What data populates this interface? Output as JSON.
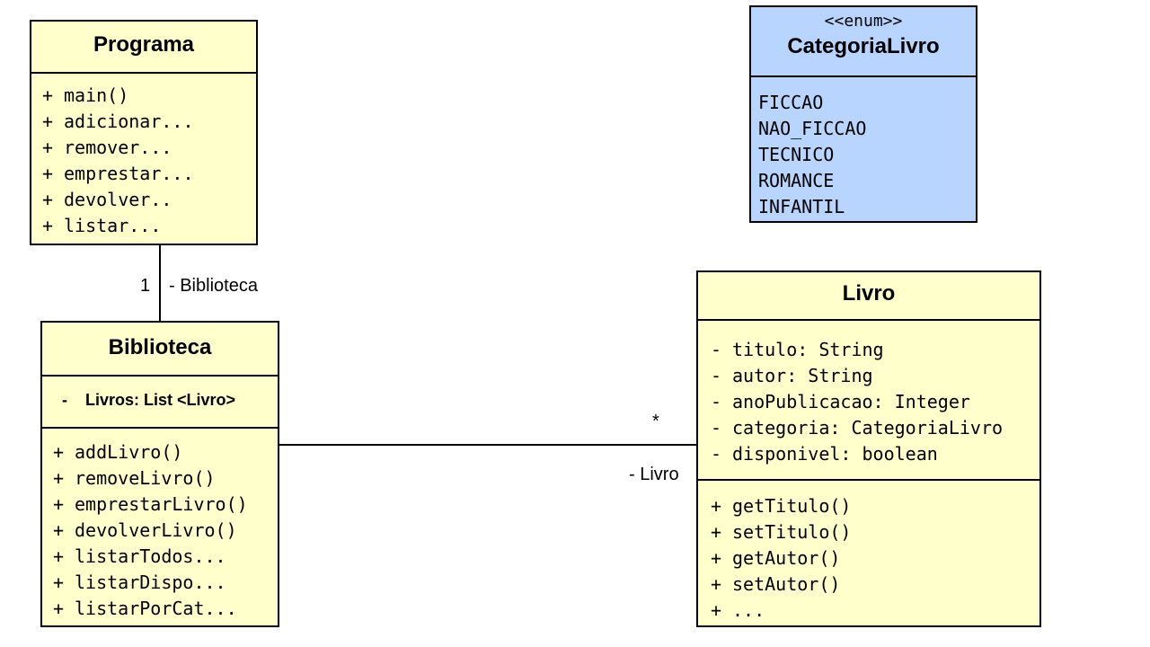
{
  "programa": {
    "name": "Programa",
    "methods": [
      {
        "vis": "+",
        "text": "main()"
      },
      {
        "vis": "+",
        "text": "adicionar..."
      },
      {
        "vis": "+",
        "text": "remover..."
      },
      {
        "vis": "+",
        "text": "emprestar..."
      },
      {
        "vis": "+",
        "text": "devolver.."
      },
      {
        "vis": "+",
        "text": "listar..."
      }
    ]
  },
  "categoria": {
    "stereotype": "<<enum>>",
    "name": "CategoriaLivro",
    "values": [
      "FICCAO",
      "NAO_FICCAO",
      "TECNICO",
      "ROMANCE",
      "INFANTIL"
    ]
  },
  "biblioteca": {
    "name": "Biblioteca",
    "attribute_vis": "-",
    "attribute": "Livros: List <Livro>",
    "methods": [
      {
        "vis": "+",
        "text": "addLivro()"
      },
      {
        "vis": "+",
        "text": "removeLivro()"
      },
      {
        "vis": "+",
        "text": "emprestarLivro()"
      },
      {
        "vis": "+",
        "text": "devolverLivro()"
      },
      {
        "vis": "+",
        "text": "listarTodos..."
      },
      {
        "vis": "+",
        "text": "listarDispo..."
      },
      {
        "vis": "+",
        "text": "listarPorCat..."
      }
    ]
  },
  "livro": {
    "name": "Livro",
    "attributes": [
      {
        "vis": "-",
        "text": "titulo: String"
      },
      {
        "vis": "-",
        "text": "autor: String"
      },
      {
        "vis": "-",
        "text": "anoPublicacao: Integer"
      },
      {
        "vis": "-",
        "text": "categoria: CategoriaLivro"
      },
      {
        "vis": "-",
        "text": "disponivel: boolean"
      }
    ],
    "methods": [
      {
        "vis": "+",
        "text": "getTitulo()"
      },
      {
        "vis": "+",
        "text": "setTitulo()"
      },
      {
        "vis": "+",
        "text": "getAutor()"
      },
      {
        "vis": "+",
        "text": "setAutor()"
      },
      {
        "vis": "+",
        "text": "..."
      }
    ]
  },
  "assoc_programa_biblioteca": {
    "multiplicity": "1",
    "role": "- Biblioteca"
  },
  "assoc_biblioteca_livro": {
    "multiplicity": "*",
    "role": "- Livro"
  }
}
